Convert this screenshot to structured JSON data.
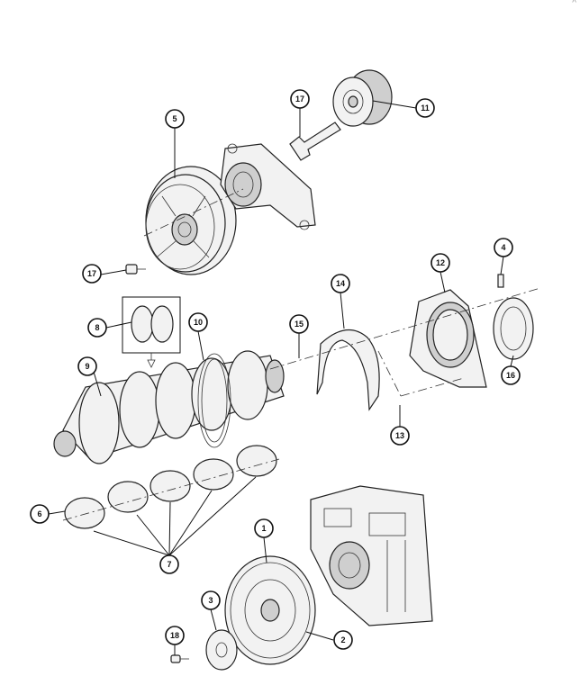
{
  "diagram": {
    "corner_mark": "^",
    "callouts": [
      "1",
      "2",
      "3",
      "4",
      "5",
      "6",
      "7",
      "8",
      "9",
      "10",
      "11",
      "12",
      "13",
      "14",
      "15",
      "16",
      "17",
      "17",
      "18"
    ]
  }
}
